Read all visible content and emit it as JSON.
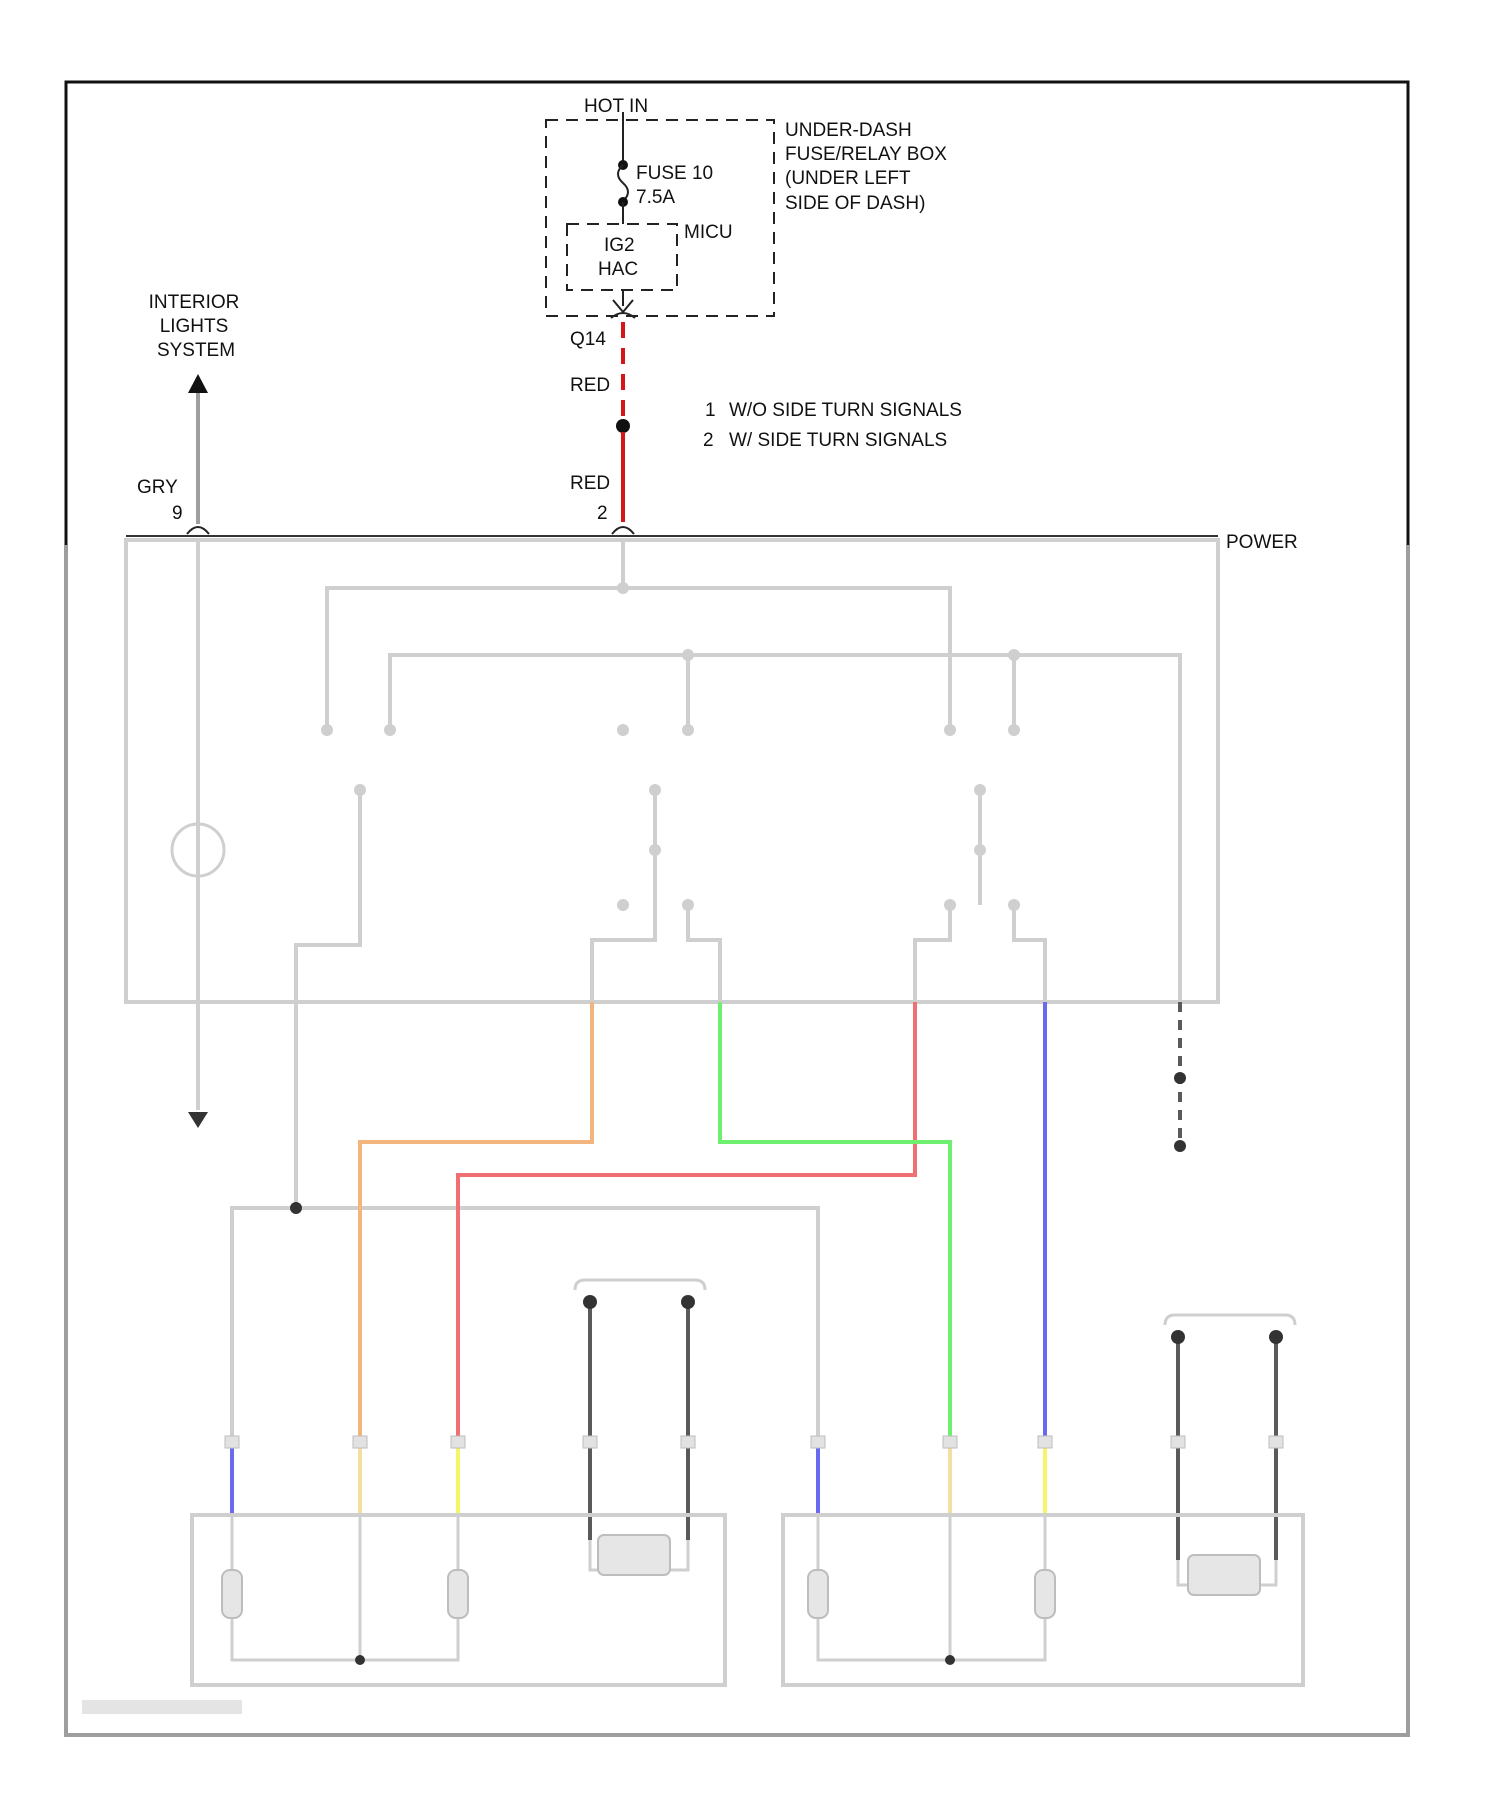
{
  "colors": {
    "frame": "#111111",
    "wire_red": "#d8141b",
    "wire_gray": "#9e9e9e",
    "wire_orange": "#f2b57e",
    "wire_red_light": "#ef6f72",
    "wire_green": "#6fef6f",
    "wire_blue": "#6a6aef",
    "wire_yellow": "#f5f56a",
    "wire_black": "#5a5a5a",
    "faded": "#cfcfcf"
  },
  "top": {
    "hot_in": "HOT IN",
    "fuse_name": "FUSE 10",
    "fuse_rating": "7.5A",
    "box_line1": "UNDER-DASH",
    "box_line2": "FUSE/RELAY BOX",
    "box_line3": "(UNDER LEFT",
    "box_line4": "SIDE OF DASH)",
    "micu": "MICU",
    "ig2": "IG2",
    "hac": "HAC",
    "connector": "Q14",
    "wire_upper": "RED",
    "wire_lower": "RED",
    "pin_switch": "2"
  },
  "legend": [
    {
      "num": "1",
      "text": "W/O SIDE TURN SIGNALS"
    },
    {
      "num": "2",
      "text": "W/ SIDE TURN SIGNALS"
    }
  ],
  "interior": {
    "line1": "INTERIOR",
    "line2": "LIGHTS",
    "line3": "SYSTEM",
    "wire": "GRY",
    "pin": "9"
  },
  "switch_box": {
    "title_visible": "POWER"
  }
}
